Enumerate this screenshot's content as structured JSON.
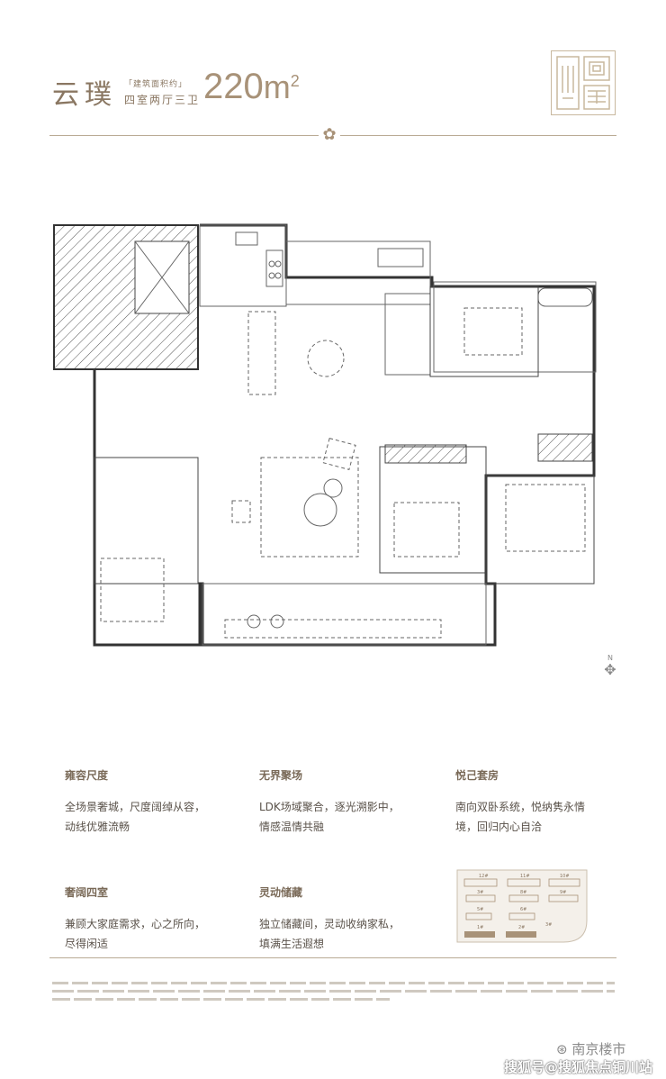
{
  "header": {
    "name": "云璞",
    "series": "「建筑面积约」",
    "layout": "四室两厅三卫",
    "area": "220",
    "unit": "m²"
  },
  "features": [
    {
      "title": "雍容尺度",
      "text1": "全场景奢城，尺度阔绰从容，",
      "text2": "动线优雅流畅"
    },
    {
      "title": "无界聚场",
      "text1": "LDK场域聚合，逐光溯影中，",
      "text2": "情感温情共融"
    },
    {
      "title": "悦己套房",
      "text1": "南向双卧系统，悦纳隽永情",
      "text2": "境，回归内心自洽"
    },
    {
      "title": "奢阔四室",
      "text1": "兼顾大家庭需求，心之所向，",
      "text2": "尽得闲适"
    },
    {
      "title": "灵动储藏",
      "text1": "独立储藏间，灵动收纳家私，",
      "text2": "填满生活遐想"
    }
  ],
  "site_labels": [
    "12#",
    "11#",
    "10#",
    "3#",
    "8#",
    "9#",
    "5#",
    "6#",
    "1#",
    "2#",
    "3#"
  ],
  "compass_label": "N",
  "watermark": {
    "line1": "南京楼市",
    "line2": "搜狐号@搜狐焦点铜川站"
  },
  "colors": {
    "accent": "#a89278",
    "wall": "#4a4a4a",
    "line": "#8a8a8a"
  }
}
